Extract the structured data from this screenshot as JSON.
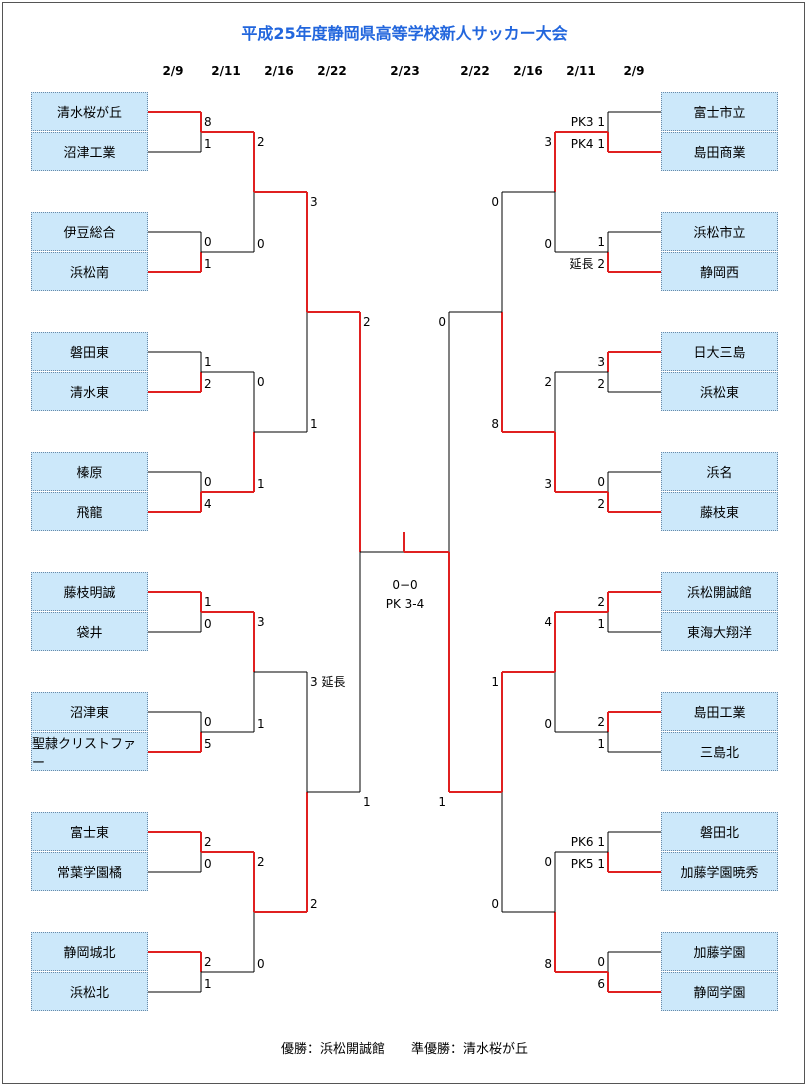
{
  "title": "平成25年度静岡県高等学校新人サッカー大会",
  "dates_left": [
    "2/9",
    "2/11",
    "2/16",
    "2/22"
  ],
  "date_center": "2/23",
  "dates_right": [
    "2/22",
    "2/16",
    "2/11",
    "2/9"
  ],
  "colors": {
    "title": "#2266dd",
    "win_line": "#e02020",
    "lose_line": "#000000",
    "team_bg": "#cce8fa"
  },
  "left_teams": [
    "清水桜が丘",
    "沼津工業",
    "伊豆総合",
    "浜松南",
    "磐田東",
    "清水東",
    "榛原",
    "飛龍",
    "藤枝明誠",
    "袋井",
    "沼津東",
    "聖隷クリストファー",
    "富士東",
    "常葉学園橘",
    "静岡城北",
    "浜松北"
  ],
  "right_teams": [
    "富士市立",
    "島田商業",
    "浜松市立",
    "静岡西",
    "日大三島",
    "浜松東",
    "浜名",
    "藤枝東",
    "浜松開誠館",
    "東海大翔洋",
    "島田工業",
    "三島北",
    "磐田北",
    "加藤学園暁秀",
    "加藤学園",
    "静岡学園"
  ],
  "left_r1_scores": [
    [
      "8",
      "1"
    ],
    [
      "0",
      "1"
    ],
    [
      "1",
      "2"
    ],
    [
      "0",
      "4"
    ],
    [
      "1",
      "0"
    ],
    [
      "0",
      "5"
    ],
    [
      "2",
      "0"
    ],
    [
      "2",
      "1"
    ]
  ],
  "left_r2_scores": [
    [
      "2",
      "0"
    ],
    [
      "0",
      "1"
    ],
    [
      "3",
      "1"
    ],
    [
      "2",
      "0"
    ]
  ],
  "left_r3_scores": [
    [
      "3",
      "1"
    ],
    [
      "3 延長",
      "2"
    ]
  ],
  "left_r4_scores": [
    "2",
    "1"
  ],
  "right_r1_scores": [
    [
      "PK3 1",
      "PK4 1"
    ],
    [
      "1",
      "延長 2"
    ],
    [
      "3",
      "2"
    ],
    [
      "0",
      "2"
    ],
    [
      "2",
      "1"
    ],
    [
      "2",
      "1"
    ],
    [
      "PK6 1",
      "PK5 1"
    ],
    [
      "0",
      "6"
    ]
  ],
  "right_r2_scores": [
    [
      "3",
      "0"
    ],
    [
      "2",
      "3"
    ],
    [
      "4",
      "0"
    ],
    [
      "0",
      "8"
    ]
  ],
  "right_r3_scores": [
    [
      "0",
      "8"
    ],
    [
      "1",
      "0"
    ]
  ],
  "right_r4_scores": [
    "0",
    "1"
  ],
  "final_score": "0−0",
  "final_pk": "PK 3-4",
  "result": "優勝：浜松開誠館　　準優勝：清水桜が丘",
  "winners": {
    "left_r1": [
      0,
      1,
      1,
      1,
      0,
      1,
      0,
      0
    ],
    "left_r2": [
      0,
      1,
      0,
      0
    ],
    "left_r3": [
      0,
      1
    ],
    "left_r4": 0,
    "right_r1": [
      1,
      1,
      0,
      1,
      0,
      0,
      1,
      1
    ],
    "right_r2": [
      0,
      1,
      0,
      1
    ],
    "right_r3": [
      1,
      0
    ],
    "right_r4": 1,
    "final": "right"
  }
}
